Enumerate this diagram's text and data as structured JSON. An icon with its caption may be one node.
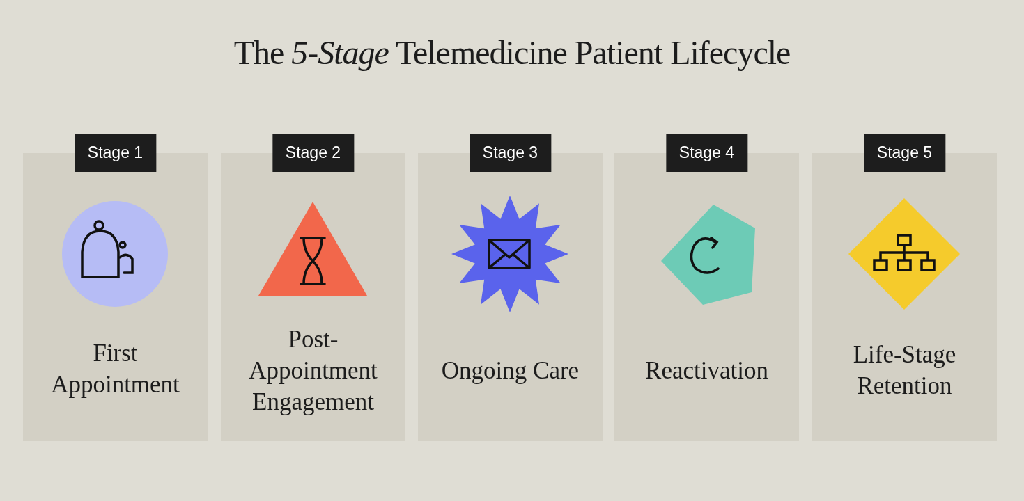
{
  "diagram": {
    "title": "The *5-Stage* Telemedicine Patient Lifecycle",
    "nodes": [
      {
        "text": [
          "Stage 1",
          "First Appointment"
        ]
      },
      {
        "text": [
          "Stage 2",
          "Post-Appointment Engagement"
        ]
      },
      {
        "text": [
          "Stage 3",
          "Ongoing Care"
        ]
      },
      {
        "text": [
          "Stage 4",
          "Reactivation"
        ]
      },
      {
        "text": [
          "Stage 5",
          "Life-Stage Retention"
        ]
      }
    ]
  }
}
